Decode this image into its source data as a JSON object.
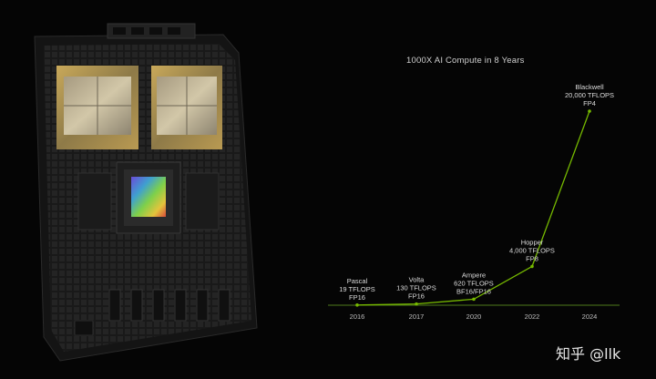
{
  "chart_data": {
    "type": "line",
    "title": "1000X AI Compute in 8 Years",
    "x": [
      "2016",
      "2017",
      "2020",
      "2022",
      "2024"
    ],
    "values": [
      19,
      130,
      620,
      4000,
      20000
    ],
    "ylim": [
      0,
      20000
    ],
    "grid": false,
    "legend": "none",
    "line_color": "#76b900",
    "annotations": [
      {
        "name": "Pascal",
        "lines": [
          "Pascal",
          "19 TFLOPS",
          "FP16"
        ]
      },
      {
        "name": "Volta",
        "lines": [
          "Volta",
          "130 TFLOPS",
          "FP16"
        ]
      },
      {
        "name": "Ampere",
        "lines": [
          "Ampere",
          "620 TFLOPS",
          "BF16/FP16"
        ]
      },
      {
        "name": "Hopper",
        "lines": [
          "Hopper",
          "4,000 TFLOPS",
          "FP8"
        ]
      },
      {
        "name": "Blackwell",
        "lines": [
          "Blackwell",
          "20,000 TFLOPS",
          "FP4"
        ]
      }
    ]
  },
  "watermark": "知乎 @llk",
  "colors": {
    "background": "#050505",
    "accent": "#76b900",
    "axis": "#4f7a1c"
  }
}
